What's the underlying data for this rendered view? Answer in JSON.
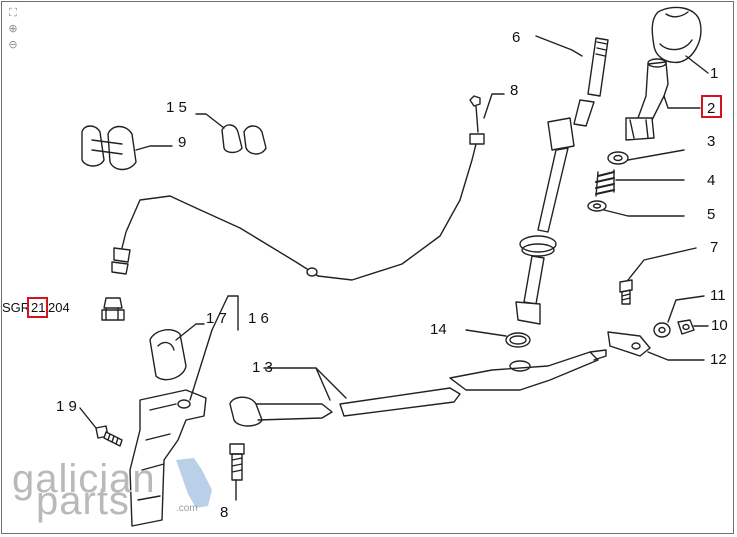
{
  "toolbar": {
    "fit_icon": "⛶",
    "zoom_in_icon": "⊕",
    "zoom_out_icon": "⊖"
  },
  "callouts": {
    "c1": "1",
    "c2": "2",
    "c3": "3",
    "c4": "4",
    "c5": "5",
    "c6": "6",
    "c7": "7",
    "c8a": "8",
    "c8b": "8",
    "c9": "9",
    "c10": "10",
    "c11": "11",
    "c12": "12",
    "c13": "1 3",
    "c14": "14",
    "c15": "1 5",
    "c16": "1 6",
    "c17": "1 7",
    "c19": "1 9"
  },
  "sgr": {
    "prefix": "SGR",
    "number": "21",
    "suffix": "204"
  },
  "watermark": {
    "line1": "galician",
    "line2": "parts",
    "domain": ".com"
  },
  "colors": {
    "highlight": "#d4141c",
    "ink": "#111111",
    "watermark": "#b9b9b9",
    "watermark_blue": "#a9c4e4"
  }
}
